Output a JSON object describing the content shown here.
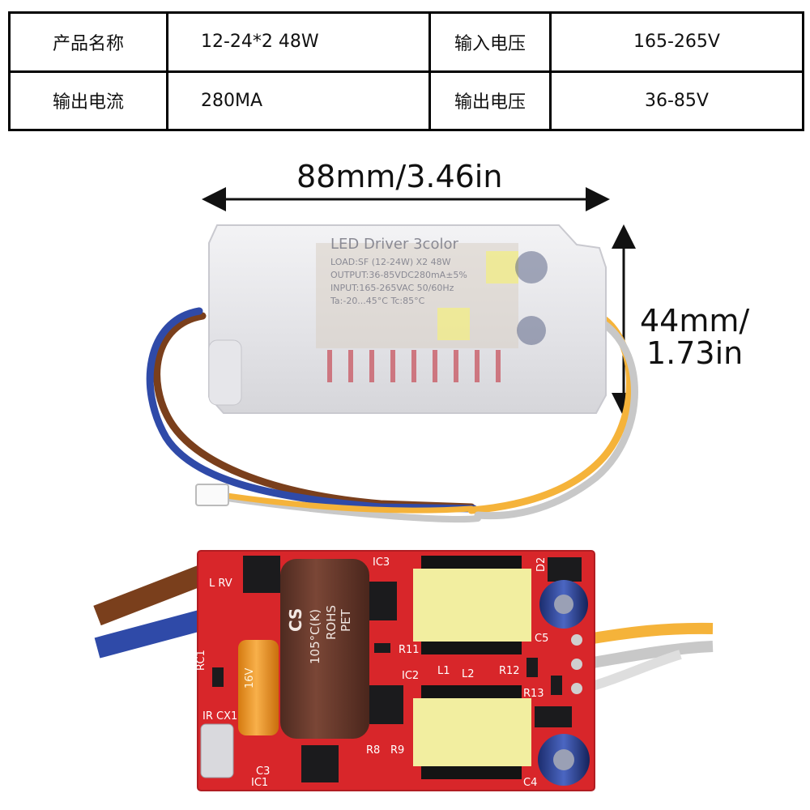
{
  "spec_table": {
    "rows": [
      {
        "label_a": "产品名称",
        "value_a": "12-24*2 48W",
        "label_b": "输入电压",
        "value_b": "165-265V"
      },
      {
        "label_a": "输出电流",
        "value_a": "280MA",
        "label_b": "输出电压",
        "value_b": "36-85V"
      }
    ]
  },
  "dimensions": {
    "width": "88mm/3.46in",
    "height_line1": "44mm/",
    "height_line2": "1.73in"
  },
  "driver_label": {
    "title": "LED Driver 3color",
    "load": "LOAD:SF (12-24W) X2  48W",
    "output": "OUTPUT:36-85VDC280mA±5%",
    "input": "INPUT:165-265VAC 50/60Hz",
    "temp": "Ta:-20...45°C  Tc:85°C"
  },
  "pcb_labels": {
    "cap_large_1": "CS",
    "cap_large_2": "105°C(K)",
    "cap_large_3": "ROHS",
    "cap_large_4": "PET",
    "cap_small": "16V",
    "ic1": "IC1",
    "ic2": "IC2",
    "ic3": "IC3",
    "l1": "L1",
    "l2": "L2",
    "c3": "C3",
    "c4": "C4",
    "c5": "C5",
    "r8": "R8",
    "r9": "R9",
    "r11": "R11",
    "r12": "R12",
    "r13": "R13",
    "rc1": "RC1",
    "cx1": "IR CX1",
    "d2": "D2",
    "lrv": "L RV"
  },
  "colors": {
    "pcb": "#d8262a",
    "cap_brown": "#6e3c2e",
    "cap_orange": "#f39a1c",
    "transformer_yellow": "#f2eea0",
    "wire_blue": "#2f4aa8",
    "wire_brown": "#7a3f1c",
    "wire_yellow": "#f5b33a",
    "wire_gray": "#b9b9b9",
    "case": "#e9e9ec"
  }
}
